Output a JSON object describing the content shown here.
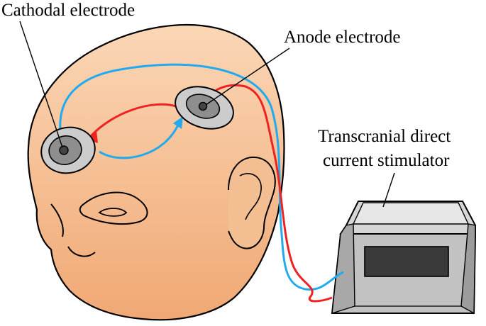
{
  "labels": {
    "cathodal_electrode": "Cathodal electrode",
    "anode_electrode": "Anode electrode",
    "stimulator_line1": "Transcranial direct",
    "stimulator_line2": "current stimulator"
  },
  "colors": {
    "skin": "#f7c9a2",
    "skin_shade": "#ef9f66",
    "outline": "#000000",
    "electrode_outer": "#c8c8c8",
    "electrode_inner": "#8c8c8c",
    "electrode_center": "#4a4a4a",
    "cathode_wire": "#22aaee",
    "anode_wire": "#ee2222",
    "device_body": "#c4c4c4",
    "device_dark": "#9a9a9a",
    "device_light": "#e4e4e4",
    "display": "#3c3c3c"
  }
}
